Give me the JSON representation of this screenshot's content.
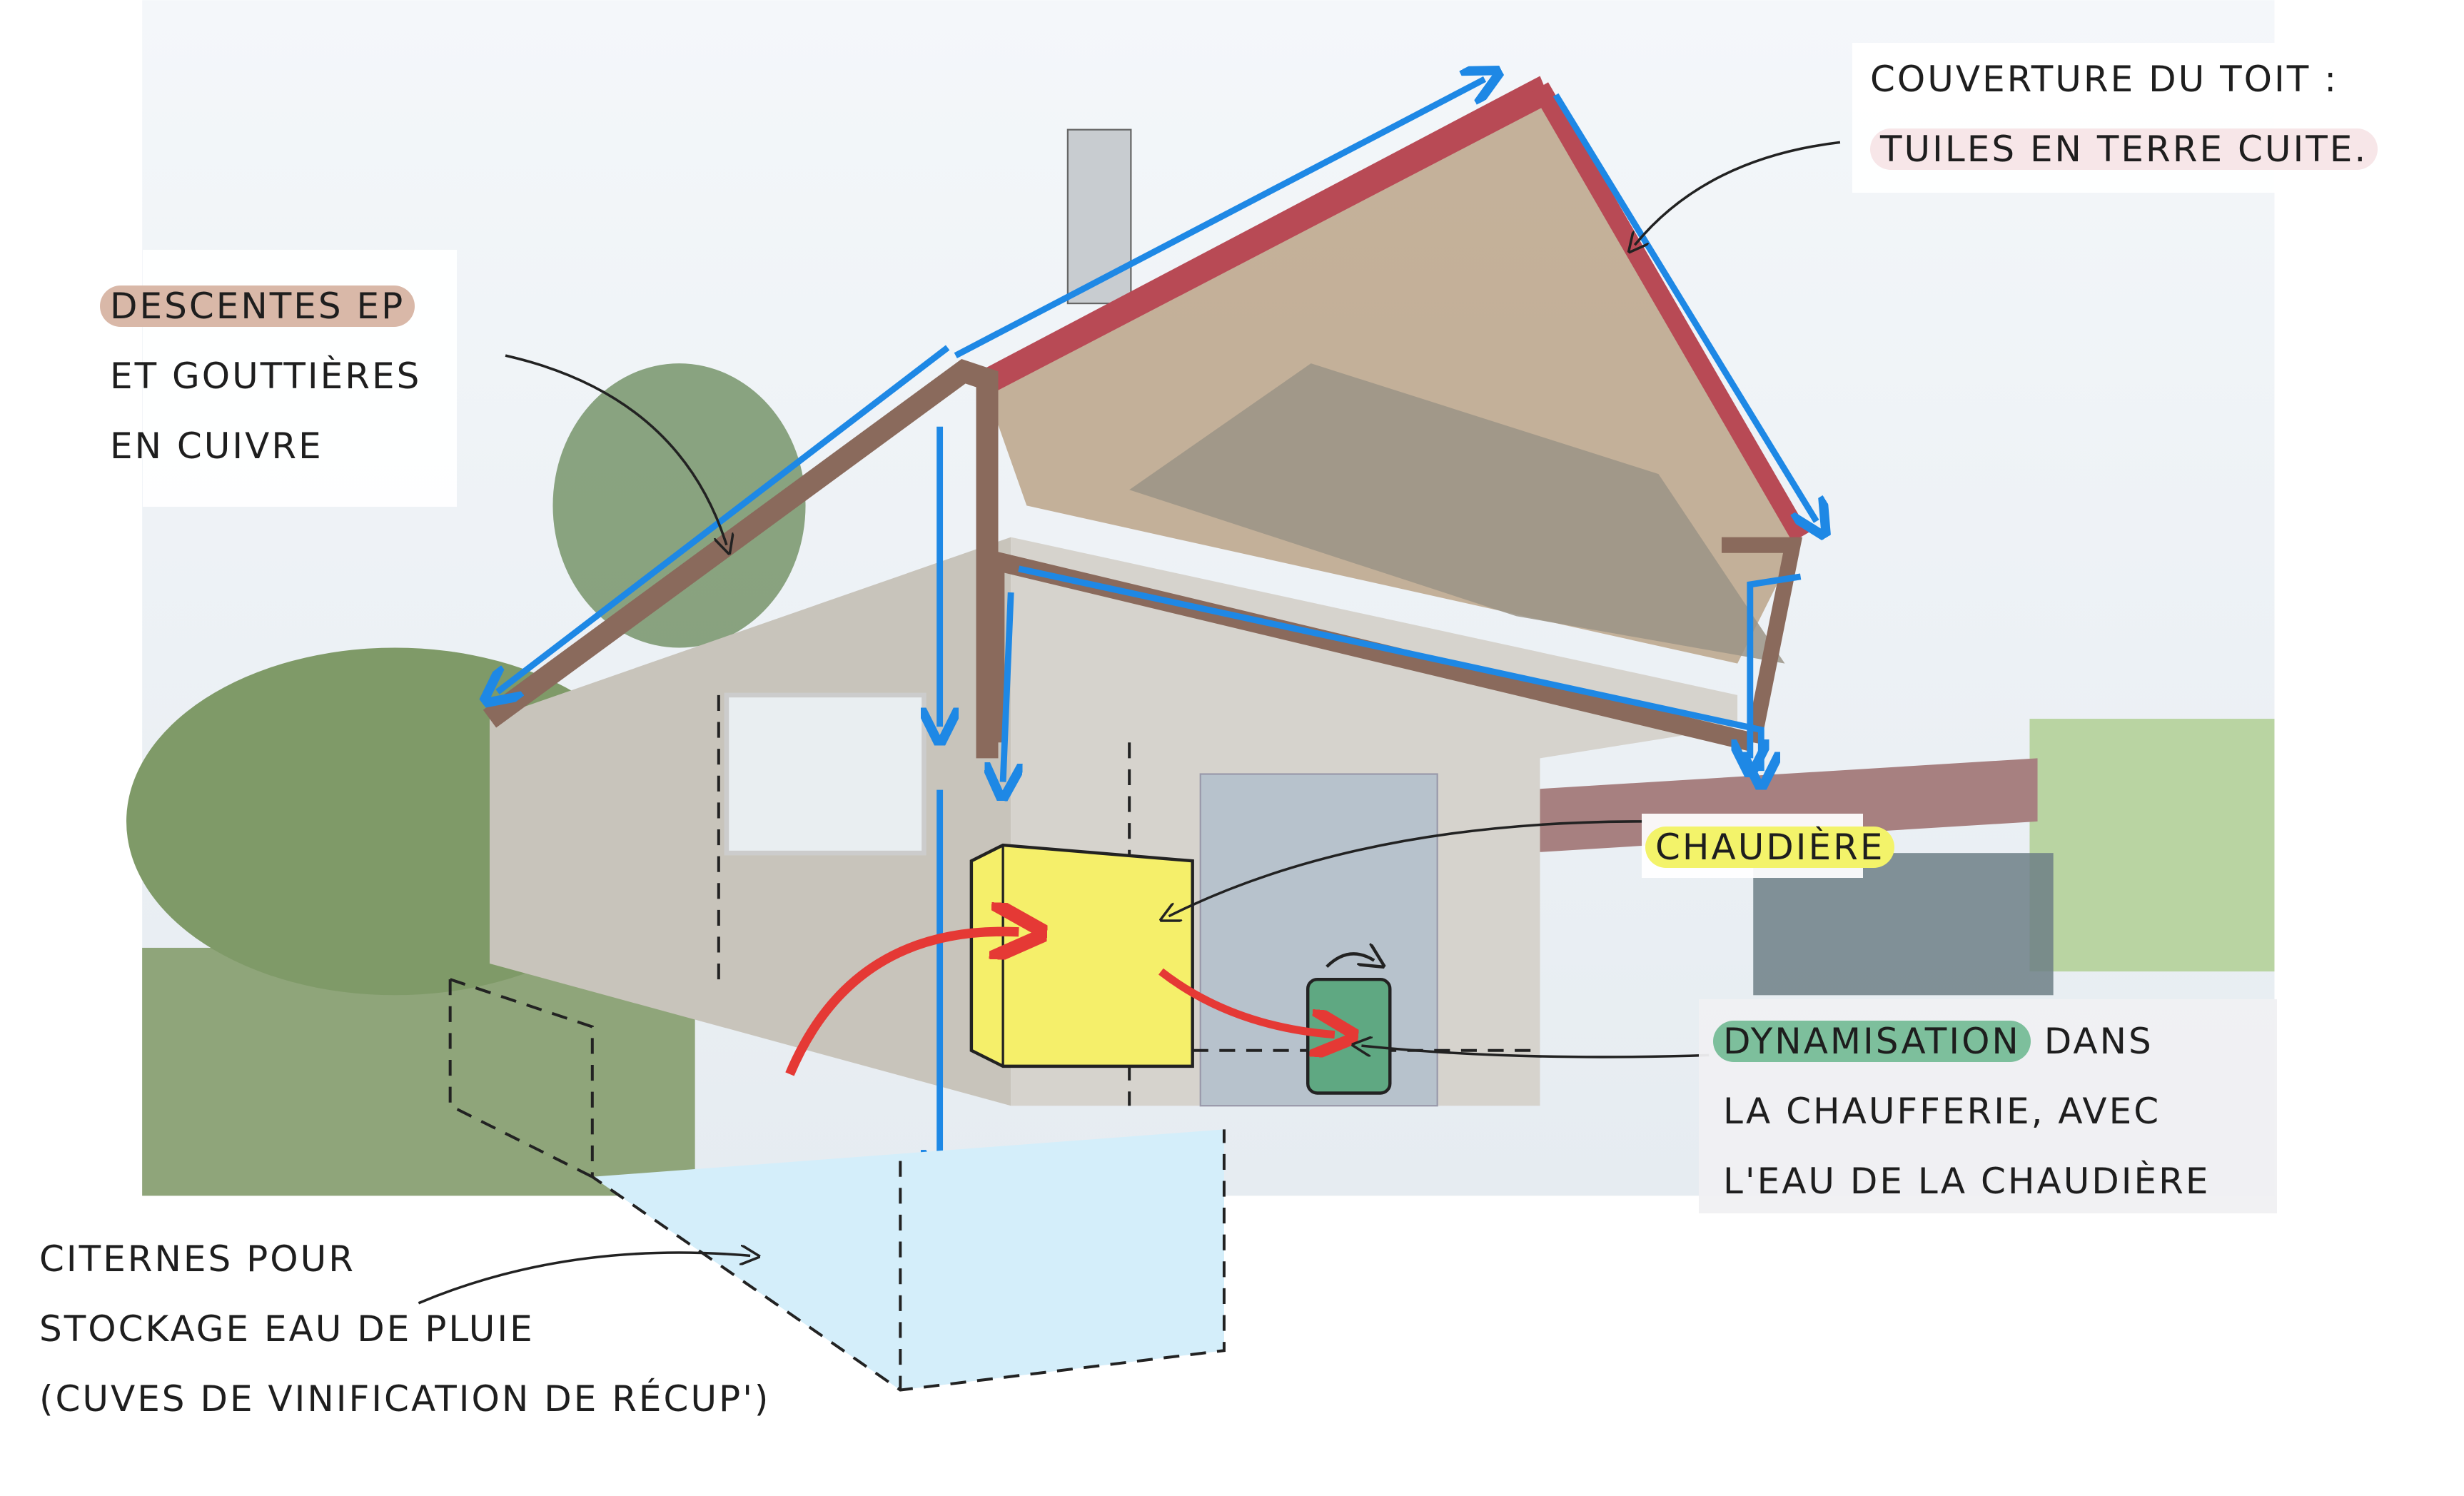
{
  "labels": {
    "roof": {
      "line1": "Couverture du toit :",
      "line2": "tuiles en terre cuite."
    },
    "gutters": {
      "line1": "Descentes EP",
      "line2": "et gouttières",
      "line3": "en cuivre"
    },
    "boiler": {
      "text": "Chaudière"
    },
    "dynamisation": {
      "highlight": "Dynamisation",
      "line1_rest": "dans",
      "line2": "la chaufferie, avec",
      "line3": "l'eau de la chaudière"
    },
    "cisterns": {
      "line1": "Citernes pour",
      "line2": "stockage eau de pluie",
      "line3": "(cuves de vinification de récup')"
    }
  },
  "colors": {
    "rain_water_arrows": "#1e88e5",
    "roof_tiles": "#b84a55",
    "copper_gutters": "#8a6a5c",
    "boiler": "#f5ef6a",
    "dynamisation_tank": "#5fa882",
    "heat_arrows": "#e53935",
    "cistern": "#d4eefa",
    "highlight_roof": "#f7e6e8",
    "highlight_gutters": "#d9b8a8",
    "highlight_boiler": "#f3f36a",
    "highlight_dynamisation": "#7dbf9c"
  }
}
